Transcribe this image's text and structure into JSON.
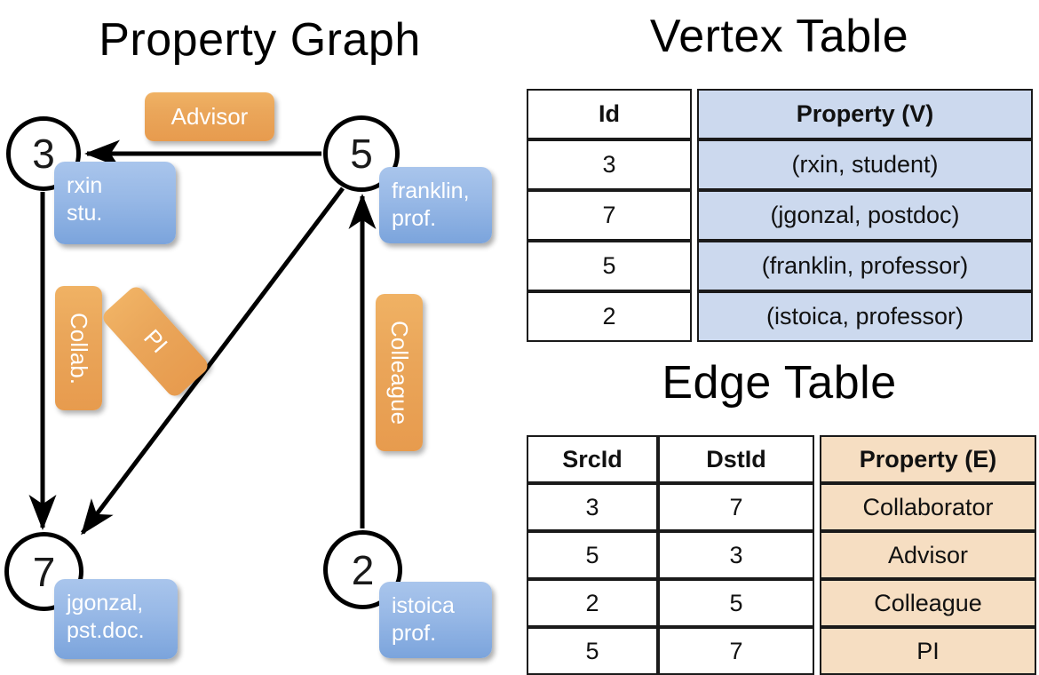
{
  "panels": {
    "graph_title": "Property Graph",
    "vertex_title": "Vertex Table",
    "edge_title": "Edge Table"
  },
  "graph": {
    "nodes": [
      {
        "id": "3",
        "property_label": "rxin\nstu."
      },
      {
        "id": "5",
        "property_label": "franklin,\nprof."
      },
      {
        "id": "7",
        "property_label": "jgonzal,\npst.doc."
      },
      {
        "id": "2",
        "property_label": "istoica\nprof."
      }
    ],
    "edge_labels": {
      "advisor": "Advisor",
      "collab": "Collab.",
      "pi": "PI",
      "colleague": "Colleague"
    }
  },
  "vertex_table": {
    "headers": [
      "Id",
      "Property (V)"
    ],
    "rows": [
      {
        "id": "3",
        "property": "(rxin, student)"
      },
      {
        "id": "7",
        "property": "(jgonzal, postdoc)"
      },
      {
        "id": "5",
        "property": "(franklin, professor)"
      },
      {
        "id": "2",
        "property": "(istoica, professor)"
      }
    ]
  },
  "edge_table": {
    "headers": [
      "SrcId",
      "DstId",
      "Property (E)"
    ],
    "rows": [
      {
        "src": "3",
        "dst": "7",
        "property": "Collaborator"
      },
      {
        "src": "5",
        "dst": "3",
        "property": "Advisor"
      },
      {
        "src": "2",
        "dst": "5",
        "property": "Colleague"
      },
      {
        "src": "5",
        "dst": "7",
        "property": "PI"
      }
    ]
  },
  "colors": {
    "vertex_property_fill": "#ccd9ee",
    "edge_property_fill": "#f6dec2",
    "vertex_box": "#97b8e6",
    "edge_box": "#eaa65a",
    "stroke": "#000000"
  }
}
